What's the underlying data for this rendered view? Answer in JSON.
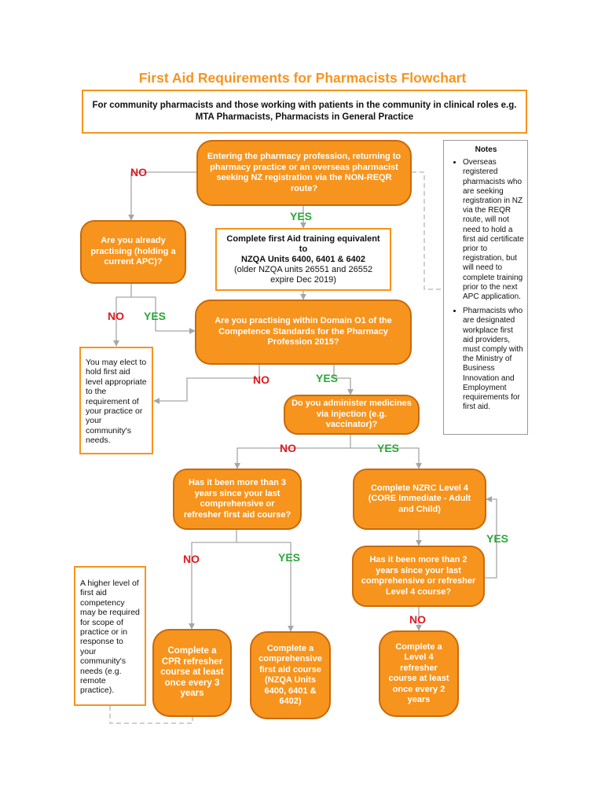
{
  "title": "First Aid Requirements for Pharmacists Flowchart",
  "scope": "For community pharmacists and those working with patients in the community in clinical roles e.g. MTA Pharmacists, Pharmacists in General Practice",
  "nodes": {
    "entering": "Entering the pharmacy profession, returning to pharmacy practice or an overseas pharmacist seeking NZ registration via the NON-REQR route?",
    "complete_first_aid_line1": "Complete first Aid training equivalent to",
    "complete_first_aid_line2": "NZQA Units 6400, 6401 & 6402",
    "complete_first_aid_line3": "(older NZQA units 26551 and 26552 expire Dec 2019)",
    "already_practising": "Are you already practising (holding a current APC)?",
    "domain_o1": "Are you practising within Domain O1 of the Competence Standards for the Pharmacy Profession 2015?",
    "elect": "You may elect to hold first aid level appropriate to the requirement of your practice or your community's needs.",
    "injection": "Do you administer medicines via injection (e.g. vaccinator)?",
    "three_years": "Has it been more than 3 years since your last comprehensive or refresher first aid course?",
    "nzrc_level4": "Complete NZRC Level 4 (CORE Immediate - Adult and Child)",
    "two_years": "Has it been more than 2 years since your last comprehensive or refresher Level 4 course?",
    "higher_level": "A higher level of first aid competency may be required for scope of practice or in response to your community's needs (e.g. remote practice).",
    "cpr_refresher": "Complete a CPR refresher course at least once every 3 years",
    "comprehensive": "Complete a comprehensive first aid course (NZQA Units 6400, 6401 & 6402)",
    "level4_refresher": "Complete a Level 4 refresher course at least once every 2 years"
  },
  "labels": {
    "no": "NO",
    "yes": "YES"
  },
  "notes": {
    "heading": "Notes",
    "items": [
      "Overseas registered pharmacists who are seeking registration in NZ via the REQR route, will not need to hold a first aid certificate prior to registration, but will need to complete training prior to the next APC application.",
      "Pharmacists who are designated workplace first aid providers, must comply with the Ministry of Business Innovation and Employment requirements for first aid."
    ]
  },
  "colors": {
    "orange": "#f7941d",
    "orange_border": "#c86a0c",
    "no_red": "#e0191f",
    "yes_green": "#2aa838",
    "connector_gray": "#a6a6a6"
  }
}
